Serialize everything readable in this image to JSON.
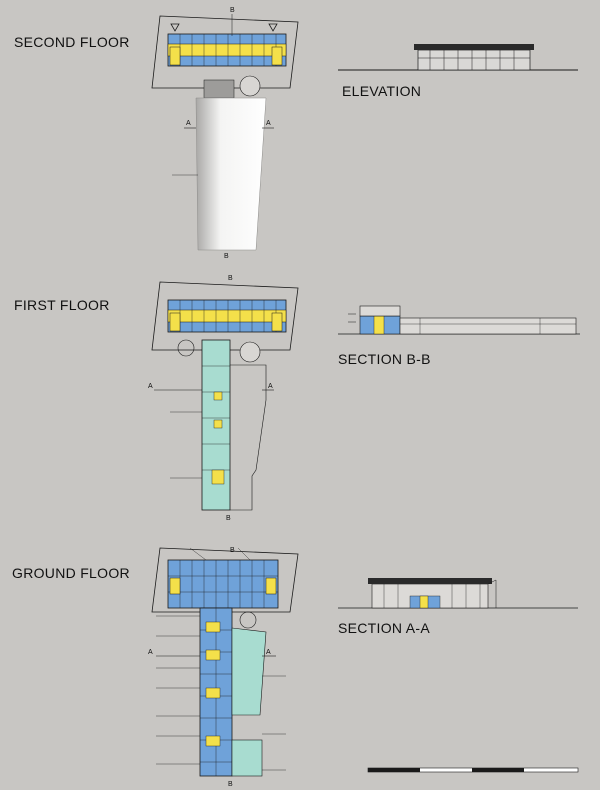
{
  "labels": {
    "second_floor": "SECOND FLOOR",
    "first_floor": "FIRST FLOOR",
    "ground_floor": "GROUND FLOOR",
    "elevation": "ELEVATION",
    "section_bb": "SECTION B-B",
    "section_aa": "SECTION A-A"
  },
  "section_markers": {
    "a": "A",
    "b": "B"
  },
  "colors": {
    "background": "#c8c6c3",
    "blue_room": "#6fa2d9",
    "teal_room": "#a8dcd0",
    "yellow": "#f4e04a",
    "line": "#1a1a1a"
  }
}
